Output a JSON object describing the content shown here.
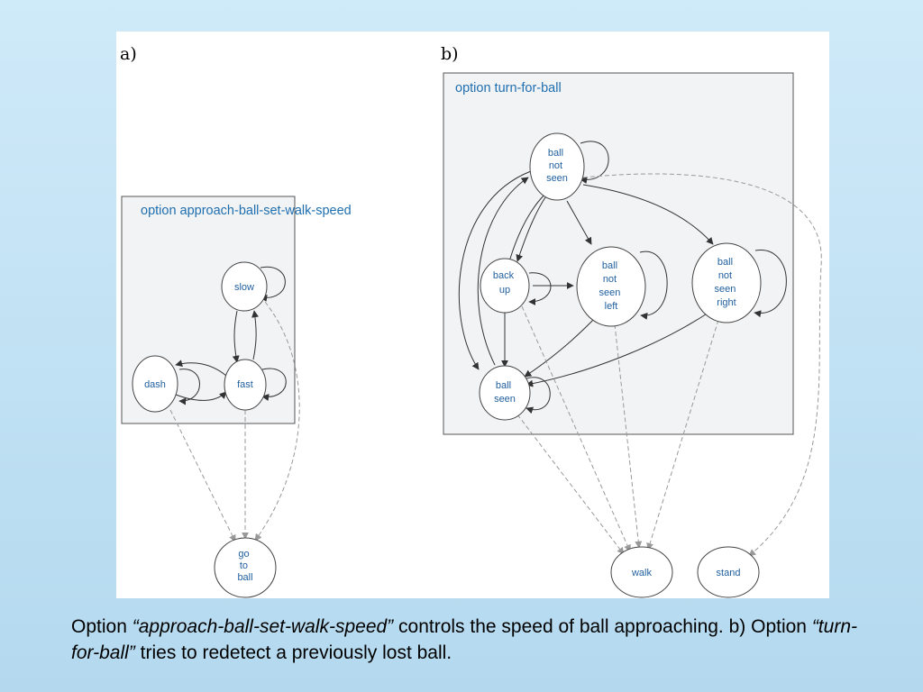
{
  "panels": {
    "a": {
      "label": "a)",
      "title": "option approach-ball-set-walk-speed"
    },
    "b": {
      "label": "b)",
      "title": "option turn-for-ball"
    }
  },
  "nodes": {
    "slow": [
      "slow"
    ],
    "dash": [
      "dash"
    ],
    "fast": [
      "fast"
    ],
    "go_to_ball": [
      "go",
      "to",
      "ball"
    ],
    "ball_not_seen": [
      "ball",
      "not",
      "seen"
    ],
    "back_up": [
      "back",
      "up"
    ],
    "ball_not_seen_left": [
      "ball",
      "not",
      "seen",
      "left"
    ],
    "ball_not_seen_right": [
      "ball",
      "not",
      "seen",
      "right"
    ],
    "ball_seen": [
      "ball",
      "seen"
    ],
    "walk": [
      "walk"
    ],
    "stand": [
      "stand"
    ]
  },
  "caption": {
    "part1": "Option ",
    "em1": "“approach-ball-set-walk-speed”",
    "part2": " controls the speed of ball approaching. b) Option ",
    "em2": "“turn-for-ball”",
    "part3": " tries to redetect a previously lost ball."
  }
}
